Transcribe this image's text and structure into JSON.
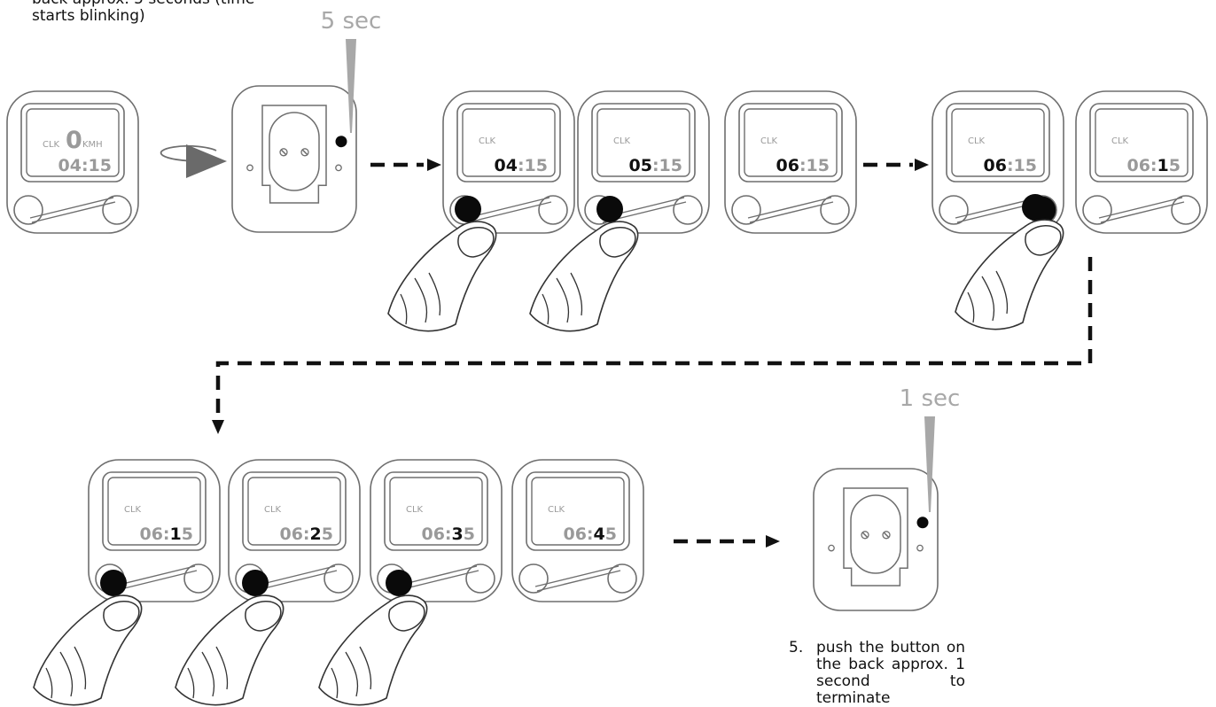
{
  "instructions": {
    "step4_text": "back approx. 5 seconds (time starts blinking)",
    "step5_number": "5.",
    "step5_text": "push the button on the back approx. 1 second to terminate"
  },
  "timers": {
    "hold_long": "5 sec",
    "hold_short": "1 sec"
  },
  "display": {
    "clk": "CLK",
    "speed": "0",
    "kmh": "KMH"
  },
  "devices_row1": [
    {
      "hh": "04",
      "sep": ":",
      "mm": "15",
      "active": "none",
      "finger": false,
      "speed": true,
      "dim": true
    },
    {
      "hh": "04",
      "sep": ":",
      "mm": "15",
      "active": "hh",
      "finger": true
    },
    {
      "hh": "05",
      "sep": ":",
      "mm": "15",
      "active": "hh",
      "finger": true
    },
    {
      "hh": "06",
      "sep": ":",
      "mm": "15",
      "active": "hh",
      "finger": false
    },
    {
      "hh": "06",
      "sep": ":",
      "mm": "15",
      "active": "hh",
      "finger": true,
      "right_button": true
    },
    {
      "hh": "06",
      "sep": ":",
      "m1": "1",
      "m2": "5",
      "active": "m1",
      "finger": false
    }
  ],
  "devices_row2": [
    {
      "hh": "06",
      "sep": ":",
      "m1": "1",
      "m2": "5",
      "active": "m1",
      "finger": true
    },
    {
      "hh": "06",
      "sep": ":",
      "m1": "2",
      "m2": "5",
      "active": "m1",
      "finger": true
    },
    {
      "hh": "06",
      "sep": ":",
      "m1": "3",
      "m2": "5",
      "active": "m1",
      "finger": true
    },
    {
      "hh": "06",
      "sep": ":",
      "m1": "4",
      "m2": "5",
      "active": "m1",
      "finger": false
    }
  ],
  "colors": {
    "outline": "#6e6e6e",
    "dim_text": "#9a9a9a",
    "active_text": "#111111",
    "button_black": "#0a0a0a",
    "timer_gray": "#a8a8a8"
  }
}
